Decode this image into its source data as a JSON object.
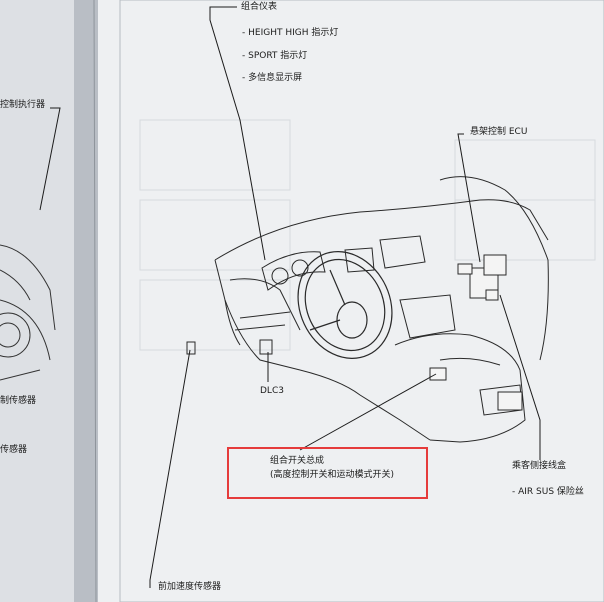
{
  "left_page": {
    "actuator_label": "控制执行器",
    "sensor_label_1": "制传感器",
    "sensor_label_2": "传感器"
  },
  "callouts": {
    "combination_meter": {
      "title": "组合仪表",
      "items": [
        "- HEIGHT HIGH 指示灯",
        "- SPORT 指示灯",
        "- 多信息显示屏"
      ]
    },
    "suspension_ecu": "悬架控制 ECU",
    "dlc3": "DLC3",
    "combination_switch": {
      "line1": "组合开关总成",
      "line2": "(高度控制开关和运动模式开关)"
    },
    "passenger_junction": {
      "title": "乘客侧接线盒",
      "item": "- AIR SUS 保险丝"
    },
    "front_accel_sensor": "前加速度传感器"
  },
  "colors": {
    "paper": "#eef0f2",
    "left_page": "#dde0e4",
    "line": "#2a2a2a",
    "highlight": "#e53b3b"
  }
}
